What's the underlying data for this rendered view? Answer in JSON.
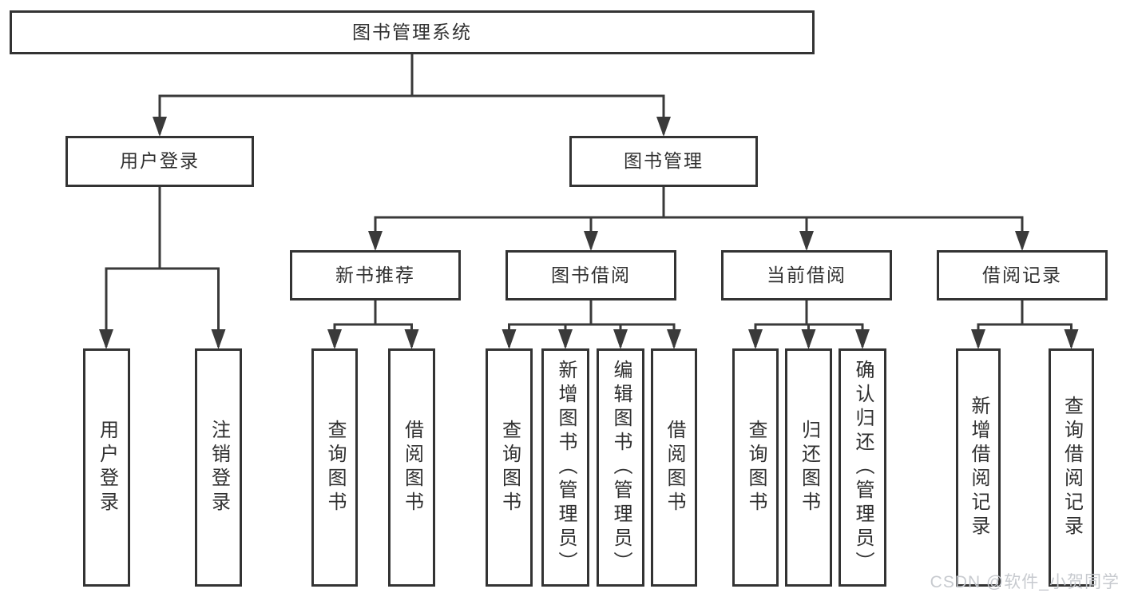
{
  "diagram": {
    "root": {
      "label": "图书管理系统"
    },
    "level2": {
      "user_login": {
        "label": "用户登录"
      },
      "book_mgmt": {
        "label": "图书管理"
      }
    },
    "level3": {
      "new_books": {
        "label": "新书推荐"
      },
      "book_borrow": {
        "label": "图书借阅"
      },
      "current_borrow": {
        "label": "当前借阅"
      },
      "borrow_records": {
        "label": "借阅记录"
      }
    },
    "leaves": {
      "login_user": "用户登录",
      "logout": "注销登录",
      "nb_query": "查询图书",
      "nb_borrow": "借阅图书",
      "bb_query": "查询图书",
      "bb_add": "新增图书（管理员）",
      "bb_edit": "编辑图书（管理员）",
      "bb_borrow": "借阅图书",
      "cb_query": "查询图书",
      "cb_return": "归还图书",
      "cb_confirm": "确认归还（管理员）",
      "br_add": "新增借阅记录",
      "br_query": "查询借阅记录"
    },
    "colors": {
      "line": "#3a3a3a",
      "border": "#333333",
      "text": "#303030",
      "background": "#ffffff",
      "watermark_text": "#c5c8cd"
    },
    "watermark": "CSDN @软件_小贺同学"
  }
}
